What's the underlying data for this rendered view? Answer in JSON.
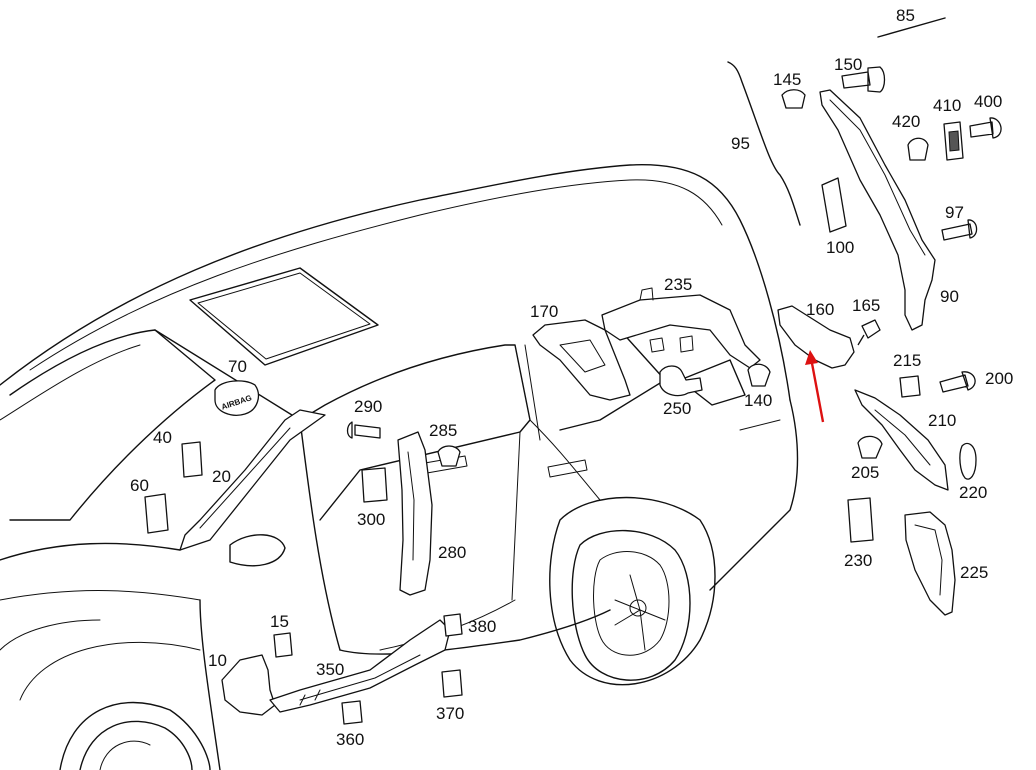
{
  "diagram": {
    "group_number": "85",
    "airbag_text": "AIRBAG",
    "accent_color": "#dd1111",
    "part_numbers": {
      "p10": "10",
      "p15": "15",
      "p20": "20",
      "p40": "40",
      "p60": "60",
      "p70": "70",
      "p90": "90",
      "p95": "95",
      "p97": "97",
      "p100": "100",
      "p140": "140",
      "p145": "145",
      "p150": "150",
      "p160": "160",
      "p165": "165",
      "p170": "170",
      "p200": "200",
      "p205": "205",
      "p210": "210",
      "p215": "215",
      "p220": "220",
      "p225": "225",
      "p230": "230",
      "p235": "235",
      "p250": "250",
      "p280": "280",
      "p285": "285",
      "p290": "290",
      "p300": "300",
      "p350": "350",
      "p360": "360",
      "p370": "370",
      "p380": "380",
      "p400": "400",
      "p410": "410",
      "p420": "420"
    }
  }
}
